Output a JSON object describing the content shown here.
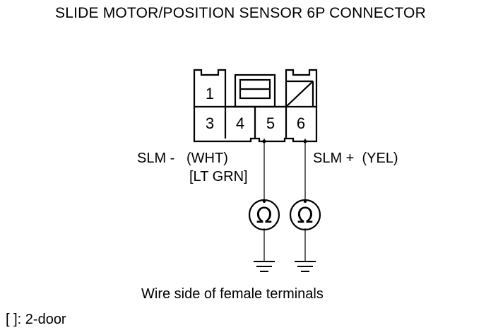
{
  "title": "SLIDE MOTOR/POSITION SENSOR 6P CONNECTOR",
  "connector": {
    "pins": [
      {
        "number": "1"
      },
      {
        "number": "3"
      },
      {
        "number": "4"
      },
      {
        "number": "5"
      },
      {
        "number": "6"
      }
    ]
  },
  "wires": {
    "left_label_line1": "SLM -   (WHT)",
    "left_label_line2": "[LT GRN]",
    "right_label": "SLM +  (YEL)"
  },
  "meter_symbol": "Ω",
  "caption": "Wire side of female terminals",
  "footnote": "[ ]: 2-door"
}
